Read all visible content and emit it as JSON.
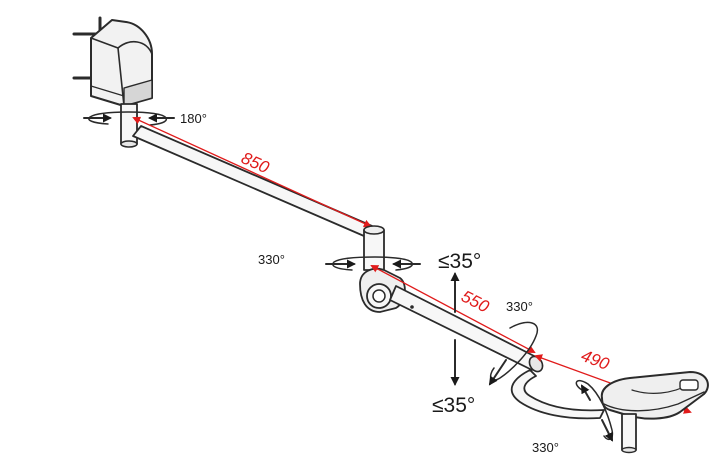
{
  "colors": {
    "dimension": "#e01b1b",
    "line": "#2b2b2b",
    "fill": "#f2f2f2",
    "shade": "#d6d6d6"
  },
  "dimensions": {
    "arm1_length": "850",
    "arm2_length": "550",
    "arm3_length": "490"
  },
  "angles": {
    "wall_mount_rotation": "180°",
    "middle_joint_rotation": "330°",
    "arm_rotation": "330°",
    "head_rotation": "330°",
    "tilt_up": "≤35°",
    "tilt_down": "≤35°"
  },
  "icons": {
    "rotation_marker": "curved-rotation-arrow-icon",
    "tilt_marker": "vertical-arrow-icon"
  }
}
